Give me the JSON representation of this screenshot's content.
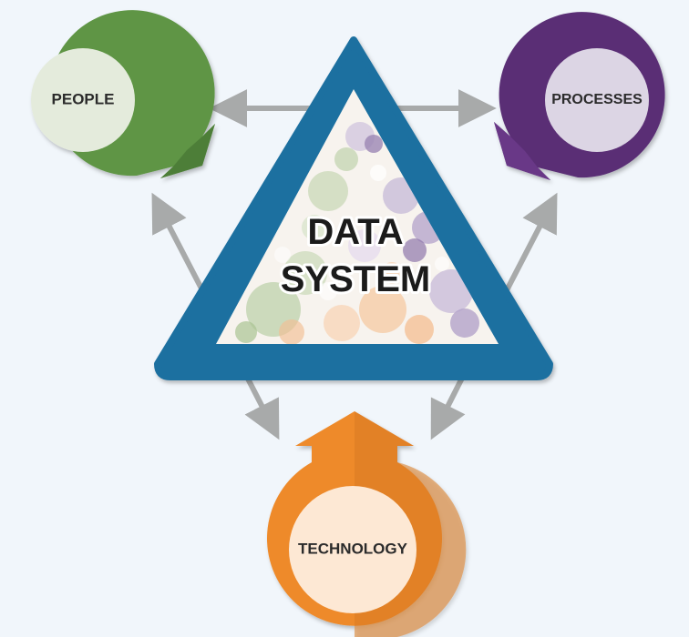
{
  "nodes": {
    "people": {
      "label": "PEOPLE"
    },
    "processes": {
      "label": "PROCESSES"
    },
    "technology": {
      "label": "TECHNOLOGY"
    }
  },
  "center": {
    "line1": "DATA",
    "line2": "SYSTEM"
  },
  "colors": {
    "background": "#f1f6fb",
    "people": "#5e9545",
    "people_inner": "#e4ebdc",
    "processes": "#5a2f75",
    "processes_inner": "#dcd5e4",
    "technology": "#ee8a2b",
    "technology_inner": "#fde8d4",
    "triangle": "#1e6fa0",
    "arrows": "#a8aaaa"
  }
}
